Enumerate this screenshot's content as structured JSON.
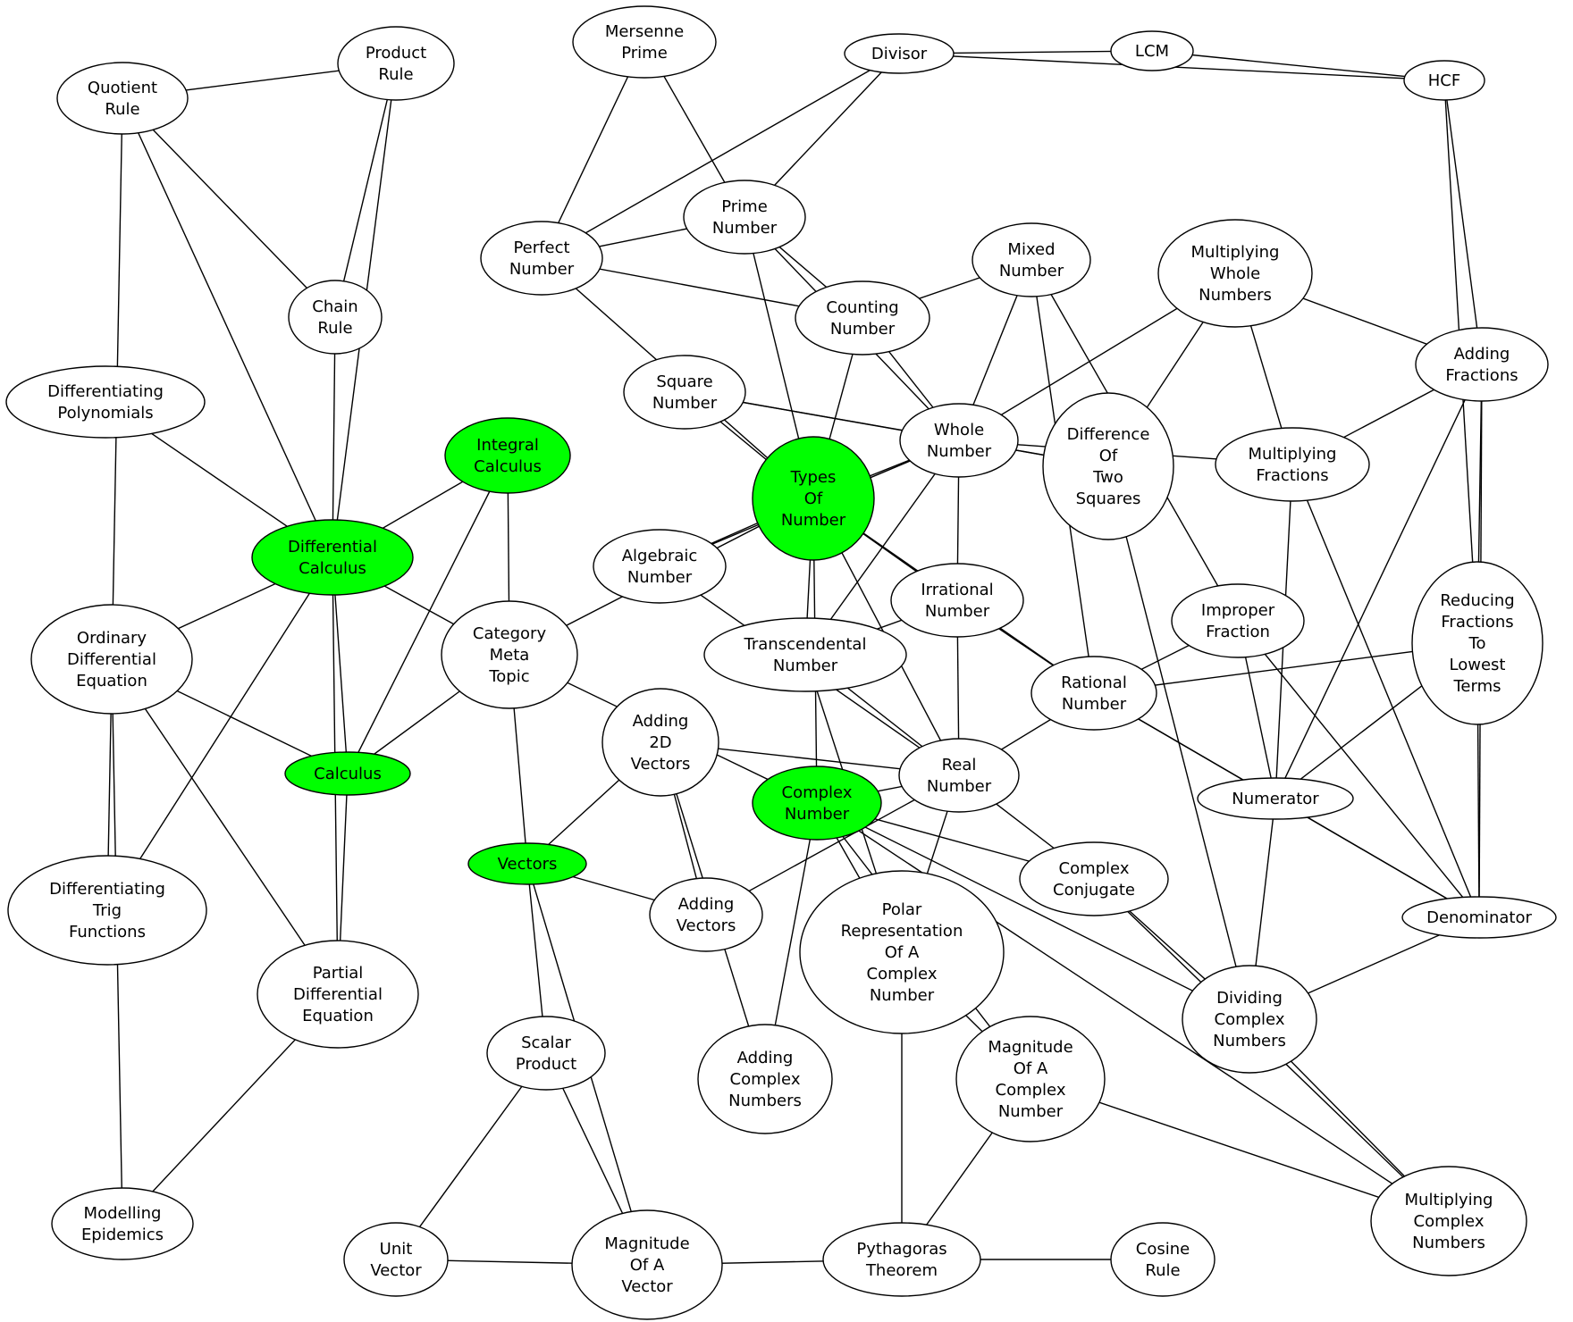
{
  "colors": {
    "highlight": "#00ff00",
    "normal": "#ffffff",
    "stroke": "#000000"
  },
  "nodes": [
    {
      "id": "quotient-rule",
      "lines": [
        "Quotient",
        "Rule"
      ],
      "highlight": false
    },
    {
      "id": "product-rule",
      "lines": [
        "Product",
        "Rule"
      ],
      "highlight": false
    },
    {
      "id": "chain-rule",
      "lines": [
        "Chain",
        "Rule"
      ],
      "highlight": false
    },
    {
      "id": "differentiating-polynomials",
      "lines": [
        "Differentiating",
        "Polynomials"
      ],
      "highlight": false
    },
    {
      "id": "differential-calculus",
      "lines": [
        "Differential",
        "Calculus"
      ],
      "highlight": true
    },
    {
      "id": "integral-calculus",
      "lines": [
        "Integral",
        "Calculus"
      ],
      "highlight": true
    },
    {
      "id": "ordinary-differential-equation",
      "lines": [
        "Ordinary",
        "Differential",
        "Equation"
      ],
      "highlight": false
    },
    {
      "id": "calculus",
      "lines": [
        "Calculus"
      ],
      "highlight": true
    },
    {
      "id": "differentiating-trig-functions",
      "lines": [
        "Differentiating",
        "Trig",
        "Functions"
      ],
      "highlight": false
    },
    {
      "id": "partial-differential-equation",
      "lines": [
        "Partial",
        "Differential",
        "Equation"
      ],
      "highlight": false
    },
    {
      "id": "modelling-epidemics",
      "lines": [
        "Modelling",
        "Epidemics"
      ],
      "highlight": false
    },
    {
      "id": "category-meta-topic",
      "lines": [
        "Category",
        "Meta",
        "Topic"
      ],
      "highlight": false
    },
    {
      "id": "vectors",
      "lines": [
        "Vectors"
      ],
      "highlight": true
    },
    {
      "id": "scalar-product",
      "lines": [
        "Scalar",
        "Product"
      ],
      "highlight": false
    },
    {
      "id": "unit-vector",
      "lines": [
        "Unit",
        "Vector"
      ],
      "highlight": false
    },
    {
      "id": "magnitude-of-a-vector",
      "lines": [
        "Magnitude",
        "Of A",
        "Vector"
      ],
      "highlight": false
    },
    {
      "id": "adding-2d-vectors",
      "lines": [
        "Adding",
        "2D",
        "Vectors"
      ],
      "highlight": false
    },
    {
      "id": "adding-vectors",
      "lines": [
        "Adding",
        "Vectors"
      ],
      "highlight": false
    },
    {
      "id": "adding-complex-numbers",
      "lines": [
        "Adding",
        "Complex",
        "Numbers"
      ],
      "highlight": false
    },
    {
      "id": "mersenne-prime",
      "lines": [
        "Mersenne",
        "Prime"
      ],
      "highlight": false
    },
    {
      "id": "perfect-number",
      "lines": [
        "Perfect",
        "Number"
      ],
      "highlight": false
    },
    {
      "id": "prime-number",
      "lines": [
        "Prime",
        "Number"
      ],
      "highlight": false
    },
    {
      "id": "divisor",
      "lines": [
        "Divisor"
      ],
      "highlight": false
    },
    {
      "id": "lcm",
      "lines": [
        "LCM"
      ],
      "highlight": false
    },
    {
      "id": "hcf",
      "lines": [
        "HCF"
      ],
      "highlight": false
    },
    {
      "id": "mixed-number",
      "lines": [
        "Mixed",
        "Number"
      ],
      "highlight": false
    },
    {
      "id": "counting-number",
      "lines": [
        "Counting",
        "Number"
      ],
      "highlight": false
    },
    {
      "id": "multiplying-whole-numbers",
      "lines": [
        "Multiplying",
        "Whole",
        "Numbers"
      ],
      "highlight": false
    },
    {
      "id": "square-number",
      "lines": [
        "Square",
        "Number"
      ],
      "highlight": false
    },
    {
      "id": "whole-number",
      "lines": [
        "Whole",
        "Number"
      ],
      "highlight": false
    },
    {
      "id": "difference-of-two-squares",
      "lines": [
        "Difference",
        "Of",
        "Two",
        "Squares"
      ],
      "highlight": false
    },
    {
      "id": "types-of-number",
      "lines": [
        "Types",
        "Of",
        "Number"
      ],
      "highlight": true
    },
    {
      "id": "algebraic-number",
      "lines": [
        "Algebraic",
        "Number"
      ],
      "highlight": false
    },
    {
      "id": "irrational-number",
      "lines": [
        "Irrational",
        "Number"
      ],
      "highlight": false
    },
    {
      "id": "transcendental-number",
      "lines": [
        "Transcendental",
        "Number"
      ],
      "highlight": false
    },
    {
      "id": "multiplying-fractions",
      "lines": [
        "Multiplying",
        "Fractions"
      ],
      "highlight": false
    },
    {
      "id": "adding-fractions",
      "lines": [
        "Adding",
        "Fractions"
      ],
      "highlight": false
    },
    {
      "id": "improper-fraction",
      "lines": [
        "Improper",
        "Fraction"
      ],
      "highlight": false
    },
    {
      "id": "rational-number",
      "lines": [
        "Rational",
        "Number"
      ],
      "highlight": false
    },
    {
      "id": "reducing-fractions",
      "lines": [
        "Reducing",
        "Fractions",
        "To",
        "Lowest",
        "Terms"
      ],
      "highlight": false
    },
    {
      "id": "real-number",
      "lines": [
        "Real",
        "Number"
      ],
      "highlight": false
    },
    {
      "id": "complex-number",
      "lines": [
        "Complex",
        "Number"
      ],
      "highlight": true
    },
    {
      "id": "numerator",
      "lines": [
        "Numerator"
      ],
      "highlight": false
    },
    {
      "id": "denominator",
      "lines": [
        "Denominator"
      ],
      "highlight": false
    },
    {
      "id": "complex-conjugate",
      "lines": [
        "Complex",
        "Conjugate"
      ],
      "highlight": false
    },
    {
      "id": "polar-representation",
      "lines": [
        "Polar",
        "Representation",
        "Of A",
        "Complex",
        "Number"
      ],
      "highlight": false
    },
    {
      "id": "magnitude-of-a-complex-number",
      "lines": [
        "Magnitude",
        "Of A",
        "Complex",
        "Number"
      ],
      "highlight": false
    },
    {
      "id": "dividing-complex-numbers",
      "lines": [
        "Dividing",
        "Complex",
        "Numbers"
      ],
      "highlight": false
    },
    {
      "id": "multiplying-complex-numbers",
      "lines": [
        "Multiplying",
        "Complex",
        "Numbers"
      ],
      "highlight": false
    },
    {
      "id": "pythagoras-theorem",
      "lines": [
        "Pythagoras",
        "Theorem"
      ],
      "highlight": false
    },
    {
      "id": "cosine-rule",
      "lines": [
        "Cosine",
        "Rule"
      ],
      "highlight": false
    }
  ],
  "edges": [
    [
      "quotient-rule",
      "product-rule"
    ],
    [
      "quotient-rule",
      "chain-rule"
    ],
    [
      "quotient-rule",
      "differential-calculus"
    ],
    [
      "quotient-rule",
      "differentiating-trig-functions"
    ],
    [
      "product-rule",
      "chain-rule"
    ],
    [
      "product-rule",
      "differential-calculus"
    ],
    [
      "chain-rule",
      "differential-calculus"
    ],
    [
      "differentiating-polynomials",
      "differential-calculus"
    ],
    [
      "differential-calculus",
      "integral-calculus"
    ],
    [
      "differential-calculus",
      "ordinary-differential-equation"
    ],
    [
      "differential-calculus",
      "calculus"
    ],
    [
      "differential-calculus",
      "category-meta-topic"
    ],
    [
      "differential-calculus",
      "differentiating-trig-functions"
    ],
    [
      "differential-calculus",
      "partial-differential-equation"
    ],
    [
      "integral-calculus",
      "calculus"
    ],
    [
      "integral-calculus",
      "category-meta-topic"
    ],
    [
      "ordinary-differential-equation",
      "calculus"
    ],
    [
      "ordinary-differential-equation",
      "partial-differential-equation"
    ],
    [
      "ordinary-differential-equation",
      "modelling-epidemics"
    ],
    [
      "calculus",
      "category-meta-topic"
    ],
    [
      "calculus",
      "partial-differential-equation"
    ],
    [
      "partial-differential-equation",
      "modelling-epidemics"
    ],
    [
      "category-meta-topic",
      "vectors"
    ],
    [
      "category-meta-topic",
      "types-of-number"
    ],
    [
      "category-meta-topic",
      "complex-number"
    ],
    [
      "vectors",
      "adding-2d-vectors"
    ],
    [
      "vectors",
      "adding-vectors"
    ],
    [
      "vectors",
      "scalar-product"
    ],
    [
      "vectors",
      "magnitude-of-a-vector"
    ],
    [
      "scalar-product",
      "unit-vector"
    ],
    [
      "scalar-product",
      "magnitude-of-a-vector"
    ],
    [
      "unit-vector",
      "magnitude-of-a-vector"
    ],
    [
      "magnitude-of-a-vector",
      "pythagoras-theorem"
    ],
    [
      "adding-2d-vectors",
      "adding-vectors"
    ],
    [
      "adding-2d-vectors",
      "real-number"
    ],
    [
      "adding-2d-vectors",
      "adding-complex-numbers"
    ],
    [
      "adding-vectors",
      "real-number"
    ],
    [
      "mersenne-prime",
      "perfect-number"
    ],
    [
      "mersenne-prime",
      "prime-number"
    ],
    [
      "perfect-number",
      "prime-number"
    ],
    [
      "perfect-number",
      "divisor"
    ],
    [
      "perfect-number",
      "counting-number"
    ],
    [
      "perfect-number",
      "types-of-number"
    ],
    [
      "prime-number",
      "divisor"
    ],
    [
      "prime-number",
      "counting-number"
    ],
    [
      "prime-number",
      "types-of-number"
    ],
    [
      "prime-number",
      "whole-number"
    ],
    [
      "divisor",
      "lcm"
    ],
    [
      "divisor",
      "hcf"
    ],
    [
      "lcm",
      "hcf"
    ],
    [
      "hcf",
      "adding-fractions"
    ],
    [
      "hcf",
      "reducing-fractions"
    ],
    [
      "mixed-number",
      "counting-number"
    ],
    [
      "mixed-number",
      "whole-number"
    ],
    [
      "mixed-number",
      "rational-number"
    ],
    [
      "mixed-number",
      "improper-fraction"
    ],
    [
      "counting-number",
      "whole-number"
    ],
    [
      "counting-number",
      "types-of-number"
    ],
    [
      "multiplying-whole-numbers",
      "whole-number"
    ],
    [
      "multiplying-whole-numbers",
      "difference-of-two-squares"
    ],
    [
      "multiplying-whole-numbers",
      "multiplying-fractions"
    ],
    [
      "multiplying-whole-numbers",
      "adding-fractions"
    ],
    [
      "square-number",
      "whole-number"
    ],
    [
      "square-number",
      "types-of-number"
    ],
    [
      "square-number",
      "difference-of-two-squares"
    ],
    [
      "whole-number",
      "types-of-number"
    ],
    [
      "whole-number",
      "difference-of-two-squares"
    ],
    [
      "whole-number",
      "multiplying-fractions"
    ],
    [
      "whole-number",
      "irrational-number"
    ],
    [
      "whole-number",
      "transcendental-number"
    ],
    [
      "whole-number",
      "algebraic-number"
    ],
    [
      "difference-of-two-squares",
      "dividing-complex-numbers"
    ],
    [
      "types-of-number",
      "algebraic-number"
    ],
    [
      "types-of-number",
      "irrational-number"
    ],
    [
      "types-of-number",
      "transcendental-number"
    ],
    [
      "types-of-number",
      "rational-number"
    ],
    [
      "types-of-number",
      "real-number"
    ],
    [
      "types-of-number",
      "complex-number"
    ],
    [
      "algebraic-number",
      "real-number"
    ],
    [
      "irrational-number",
      "real-number"
    ],
    [
      "irrational-number",
      "rational-number"
    ],
    [
      "irrational-number",
      "transcendental-number"
    ],
    [
      "transcendental-number",
      "real-number"
    ],
    [
      "transcendental-number",
      "polar-representation"
    ],
    [
      "multiplying-fractions",
      "adding-fractions"
    ],
    [
      "multiplying-fractions",
      "numerator"
    ],
    [
      "multiplying-fractions",
      "denominator"
    ],
    [
      "adding-fractions",
      "reducing-fractions"
    ],
    [
      "adding-fractions",
      "numerator"
    ],
    [
      "adding-fractions",
      "denominator"
    ],
    [
      "improper-fraction",
      "rational-number"
    ],
    [
      "improper-fraction",
      "numerator"
    ],
    [
      "improper-fraction",
      "denominator"
    ],
    [
      "rational-number",
      "real-number"
    ],
    [
      "rational-number",
      "reducing-fractions"
    ],
    [
      "rational-number",
      "numerator"
    ],
    [
      "rational-number",
      "denominator"
    ],
    [
      "reducing-fractions",
      "numerator"
    ],
    [
      "reducing-fractions",
      "denominator"
    ],
    [
      "real-number",
      "complex-number"
    ],
    [
      "real-number",
      "complex-conjugate"
    ],
    [
      "real-number",
      "polar-representation"
    ],
    [
      "complex-number",
      "adding-complex-numbers"
    ],
    [
      "complex-number",
      "complex-conjugate"
    ],
    [
      "complex-number",
      "polar-representation"
    ],
    [
      "complex-number",
      "magnitude-of-a-complex-number"
    ],
    [
      "complex-number",
      "dividing-complex-numbers"
    ],
    [
      "complex-number",
      "multiplying-complex-numbers"
    ],
    [
      "numerator",
      "denominator"
    ],
    [
      "numerator",
      "dividing-complex-numbers"
    ],
    [
      "denominator",
      "dividing-complex-numbers"
    ],
    [
      "complex-conjugate",
      "dividing-complex-numbers"
    ],
    [
      "complex-conjugate",
      "multiplying-complex-numbers"
    ],
    [
      "polar-representation",
      "magnitude-of-a-complex-number"
    ],
    [
      "polar-representation",
      "pythagoras-theorem"
    ],
    [
      "magnitude-of-a-complex-number",
      "pythagoras-theorem"
    ],
    [
      "magnitude-of-a-complex-number",
      "multiplying-complex-numbers"
    ],
    [
      "dividing-complex-numbers",
      "multiplying-complex-numbers"
    ],
    [
      "pythagoras-theorem",
      "cosine-rule"
    ]
  ]
}
